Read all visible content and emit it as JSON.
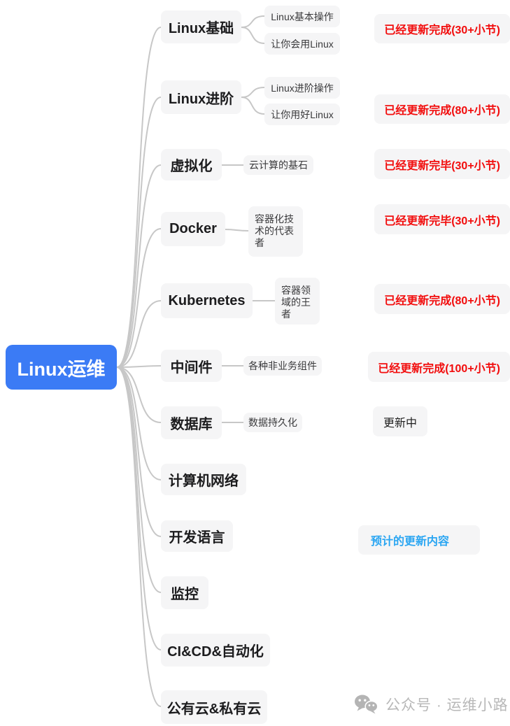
{
  "root": {
    "label": "Linux运维"
  },
  "branches": [
    {
      "label": "Linux基础",
      "children": [
        "Linux基本操作",
        "让你会用Linux"
      ],
      "status": {
        "text": "已经更新完成(30+小节)",
        "style": "red"
      }
    },
    {
      "label": "Linux进阶",
      "children": [
        "Linux进阶操作",
        "让你用好Linux"
      ],
      "status": {
        "text": "已经更新完成(80+小节)",
        "style": "red"
      }
    },
    {
      "label": "虚拟化",
      "children": [
        "云计算的基石"
      ],
      "status": {
        "text": "已经更新完毕(30+小节)",
        "style": "red"
      }
    },
    {
      "label": "Docker",
      "children": [
        "容器化技术的代表者"
      ],
      "status": {
        "text": "已经更新完毕(30+小节)",
        "style": "red"
      }
    },
    {
      "label": "Kubernetes",
      "children": [
        "容器领域的王者"
      ],
      "status": {
        "text": "已经更新完成(80+小节)",
        "style": "red"
      }
    },
    {
      "label": "中间件",
      "children": [
        "各种非业务组件"
      ],
      "status": {
        "text": "已经更新完成(100+小节)",
        "style": "red"
      }
    },
    {
      "label": "数据库",
      "children": [
        "数据持久化"
      ],
      "status": {
        "text": "更新中",
        "style": "plain"
      }
    },
    {
      "label": "计算机网络",
      "children": []
    },
    {
      "label": "开发语言",
      "children": [],
      "status": {
        "text": "预计的更新内容",
        "style": "blue"
      }
    },
    {
      "label": "监控",
      "children": []
    },
    {
      "label": "CI&CD&自动化",
      "children": []
    },
    {
      "label": "公有云&私有云",
      "children": []
    }
  ],
  "colors": {
    "root_bg": "#3b7bf5",
    "node_bg": "#f5f5f6",
    "status_red": "#f20d0d",
    "status_blue": "#2ba6f2",
    "line": "#c7c7c7",
    "watermark_gray": "#b8b8b8"
  },
  "watermark": {
    "icon": "wechat-icon",
    "text": "公众号 · 运维小路"
  }
}
